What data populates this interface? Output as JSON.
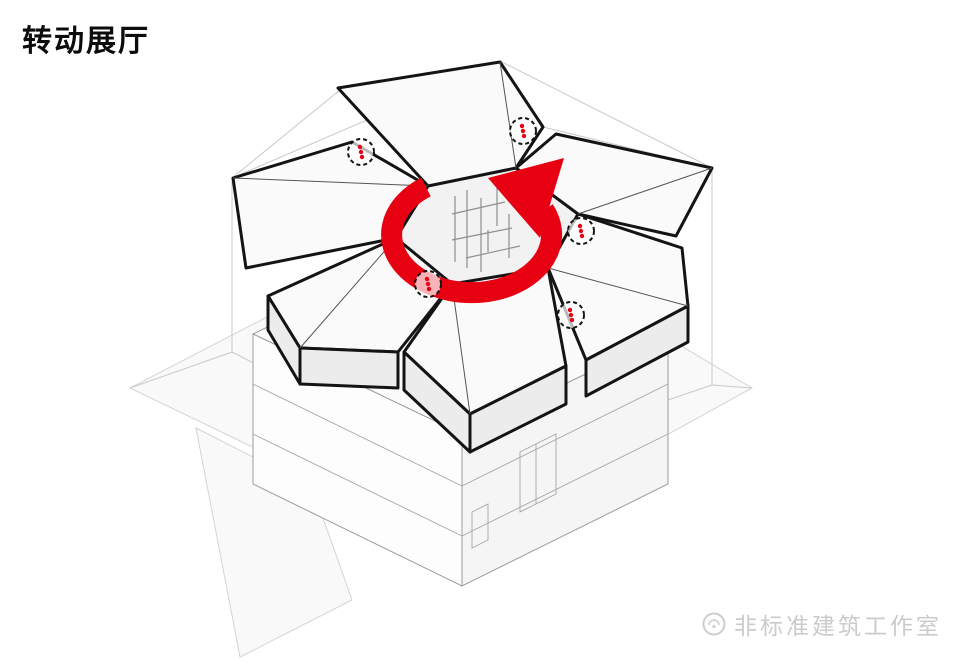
{
  "page": {
    "title": "转动展厅"
  },
  "diagram": {
    "name": "rotating-exhibition-hall-axonometric",
    "accent_color": "#e60012",
    "outline_color": "#141414",
    "construction_line_color": "#c9c9c9",
    "pivot_marker_count": 5
  },
  "watermark": {
    "text": "非标准建筑工作室",
    "color": "#cccccc"
  }
}
